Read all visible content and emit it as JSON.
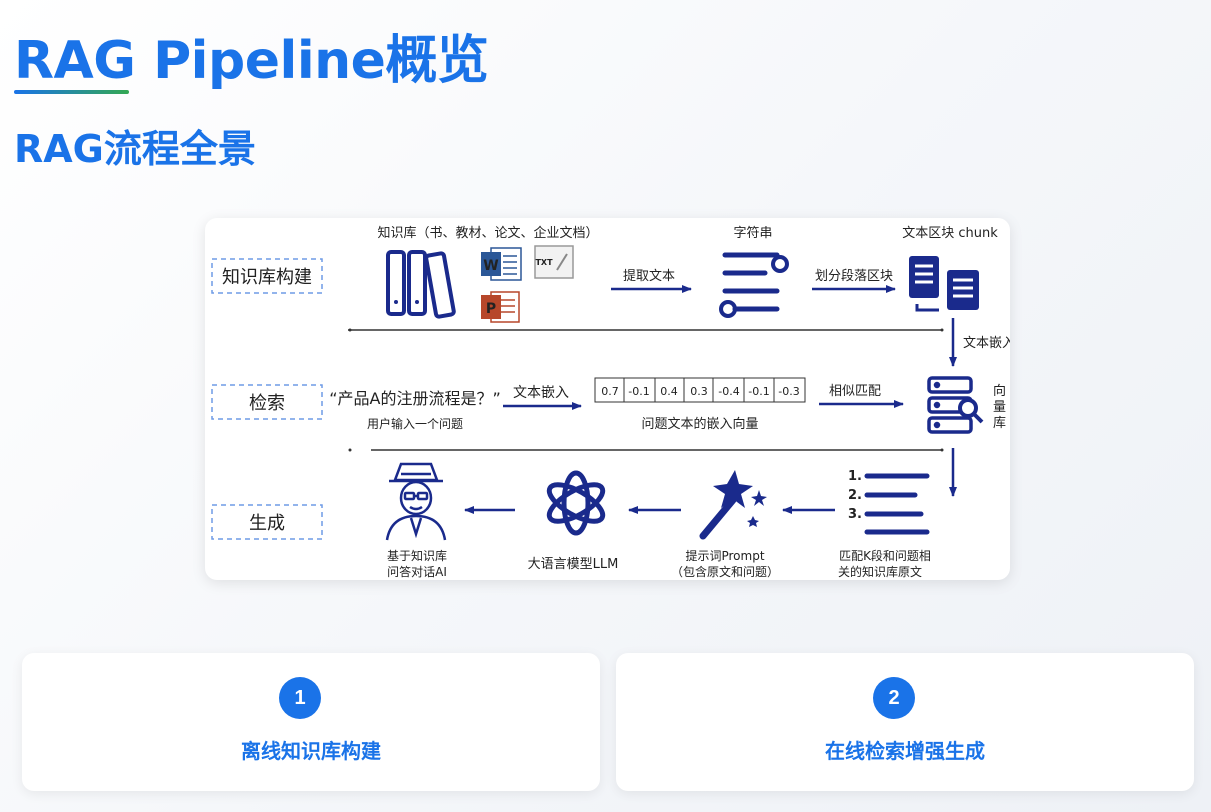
{
  "page": {
    "title": "RAG Pipeline概览",
    "subtitle": "RAG流程全景"
  },
  "diagram": {
    "rows": {
      "build": "知识库构建",
      "retrieve": "检索",
      "generate": "生成"
    },
    "build": {
      "kb_label": "知识库（书、教材、论文、企业文档）",
      "extract_label": "提取文本",
      "string_label": "字符串",
      "chunk_split_label": "划分段落区块",
      "chunk_label": "文本区块 chunk",
      "embed_label": "文本嵌入",
      "txt_badge": "TXT",
      "word_badge": "W",
      "ppt_badge": "P"
    },
    "retrieve": {
      "question": "“产品A的注册流程是？”",
      "question_caption": "用户输入一个问题",
      "embed_label": "文本嵌入",
      "vector_values": [
        "0.7",
        "-0.1",
        "0.4",
        "0.3",
        "-0.4",
        "-0.1",
        "-0.3"
      ],
      "vector_caption": "问题文本的嵌入向量",
      "match_label": "相似匹配",
      "vector_db_label": [
        "向",
        "量",
        "库"
      ]
    },
    "generate": {
      "ai_label_1": "基于知识库",
      "ai_label_2": "问答对话AI",
      "llm_label": "大语言模型LLM",
      "prompt_label_1": "提示词Prompt",
      "prompt_label_2": "（包含原文和问题）",
      "match_label_1": "匹配K段和问题相",
      "match_label_2": "关的知识库原文",
      "list_numbers": [
        "1.",
        "2.",
        "3."
      ]
    }
  },
  "steps": [
    {
      "number": "1",
      "label": "离线知识库构建"
    },
    {
      "number": "2",
      "label": "在线检索增强生成"
    }
  ],
  "colors": {
    "accent": "#1a73e8",
    "navy": "#1a2a8c",
    "dashed_label": "#2f6fd6"
  }
}
